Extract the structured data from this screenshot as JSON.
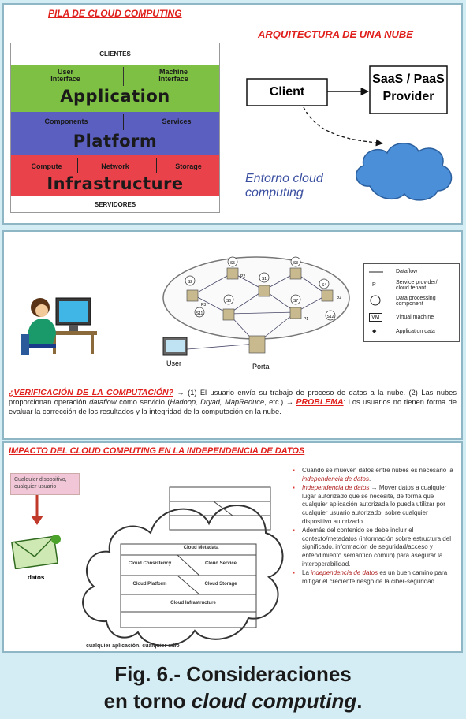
{
  "panel1": {
    "left_title": "PILA DE CLOUD COMPUTING",
    "clientes": "CLIENTES",
    "app_cell1": "User\nInterface",
    "app_cell2": "Machine\nInterface",
    "application": "Application",
    "plat_cell1": "Components",
    "plat_cell2": "Services",
    "platform": "Platform",
    "infra_cell1": "Compute",
    "infra_cell2": "Network",
    "infra_cell3": "Storage",
    "infrastructure": "Infrastructure",
    "servidores": "SERVIDORES",
    "right_title": "ARQUITECTURA DE UNA NUBE",
    "client": "Client",
    "provider": "SaaS / PaaS\nProvider",
    "entorno": "Entorno cloud\ncomputing",
    "colors": {
      "application": "#7dc043",
      "platform": "#5a5fc0",
      "infrastructure": "#e9424a",
      "cloud": "#4a8fd8"
    }
  },
  "panel2": {
    "nodes": [
      "S5",
      "S3",
      "S2",
      "S4",
      "S1",
      "S6",
      "S7",
      "S11",
      "S12"
    ],
    "p_labels": [
      "P2",
      "P3",
      "P1",
      "P4"
    ],
    "vm": "VM",
    "user": "User",
    "portal": "Portal",
    "legend": {
      "dataflow": "Dataflow",
      "service": "Service provider/\ncloud tenant",
      "processing": "Data processing\ncomponent",
      "vm": "Virtual machine",
      "appdata": "Application data"
    },
    "title": "¿VERIFICACIÓN DE LA COMPUTACIÓN?",
    "text_1": " → (1) El usuario envía su trabajo de proceso de datos a la nube. (2) Las nubes proporcionan operación ",
    "dataflow_word": "dataflow",
    "text_2": " como servicio (",
    "examples": "Hadoop, Dryad, MapReduce",
    "text_3": ", etc.) → ",
    "problema": "PROBLEMA",
    "text_4": ": Los usuarios no tienen forma de evaluar la corrección de los resultados y la integridad de la computación en la nube."
  },
  "panel3": {
    "title": "IMPACTO DEL CLOUD COMPUTING EN LA INDEPENDENCIA DE DATOS",
    "box_label": "Cualquier dispositivo,\ncualquier usuario",
    "datos": "datos",
    "bottom_label": "cualquier aplicación, cualquier sitio",
    "inner": {
      "top": "Cloud Metadata",
      "mid_left": "Cloud Consistency",
      "mid_right": "Cloud Service",
      "low_left": "Cloud Platform",
      "low_right": "Cloud Storage",
      "bottom": "Cloud Infrastructure"
    },
    "bullets": [
      {
        "pre": "Cuando se mueven datos entre nubes es necesario la ",
        "em": "independencia de datos",
        "post": "."
      },
      {
        "pre": "",
        "em": "Independencia de datos",
        "post": " → Mover datos a cualquier lugar autorizado que se necesite, de forma que cualquier aplicación autorizada lo pueda utilizar por cualquier usuario autorizado, sobre cualquier dispositivo autorizado."
      },
      {
        "pre": "Además del contenido se debe incluir el contexto/metadatos (información sobre estructura del significado, información de seguridad/acceso y entendimiento semántico común) para asegurar la interoperabilidad.",
        "em": "",
        "post": ""
      },
      {
        "pre": "La ",
        "em": "independencia de datos",
        "post": " es un buen camino para mitigar el creciente riesgo de la ciber-seguridad."
      }
    ]
  },
  "caption": {
    "line1": "Fig. 6.- Consideraciones",
    "line2_pre": "en torno ",
    "line2_em": "cloud computing",
    "line2_post": "."
  }
}
